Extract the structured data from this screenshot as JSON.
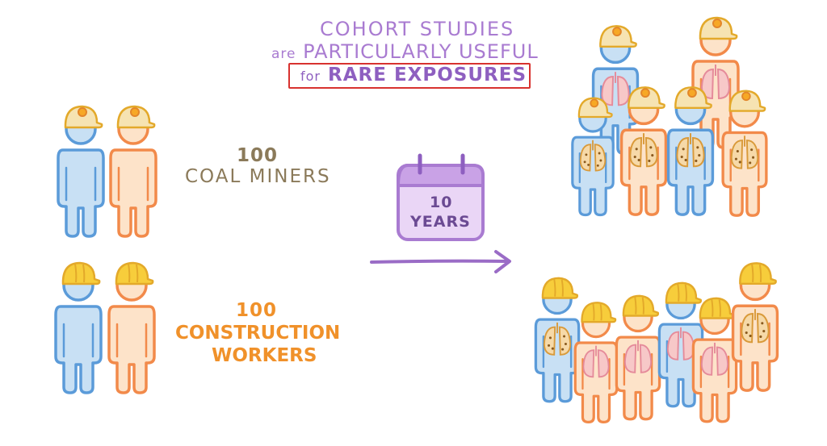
{
  "title": {
    "line1": "COHORT STUDIES",
    "line2_prefix": "are",
    "line2_main": "PARTICULARLY USEFUL",
    "line3_prefix": "for",
    "line3_main": "RARE EXPOSURES"
  },
  "groups": {
    "coal": {
      "count": "100",
      "label": "COAL MINERS"
    },
    "construction": {
      "count": "100",
      "label_line1": "CONSTRUCTION",
      "label_line2": "WORKERS"
    }
  },
  "calendar": {
    "number": "10",
    "unit": "YEARS"
  },
  "colors": {
    "blue_fill": "#c8e0f4",
    "blue_stroke": "#5b9bd9",
    "orange_fill": "#fde3c9",
    "orange_stroke": "#f28a4a",
    "helmet": "#f7cd3b",
    "helmet_stroke": "#e3a92a",
    "coal_helmet": "#f6e3b2",
    "purple": "#a97bd1",
    "highlight_box": "#d8322f"
  }
}
